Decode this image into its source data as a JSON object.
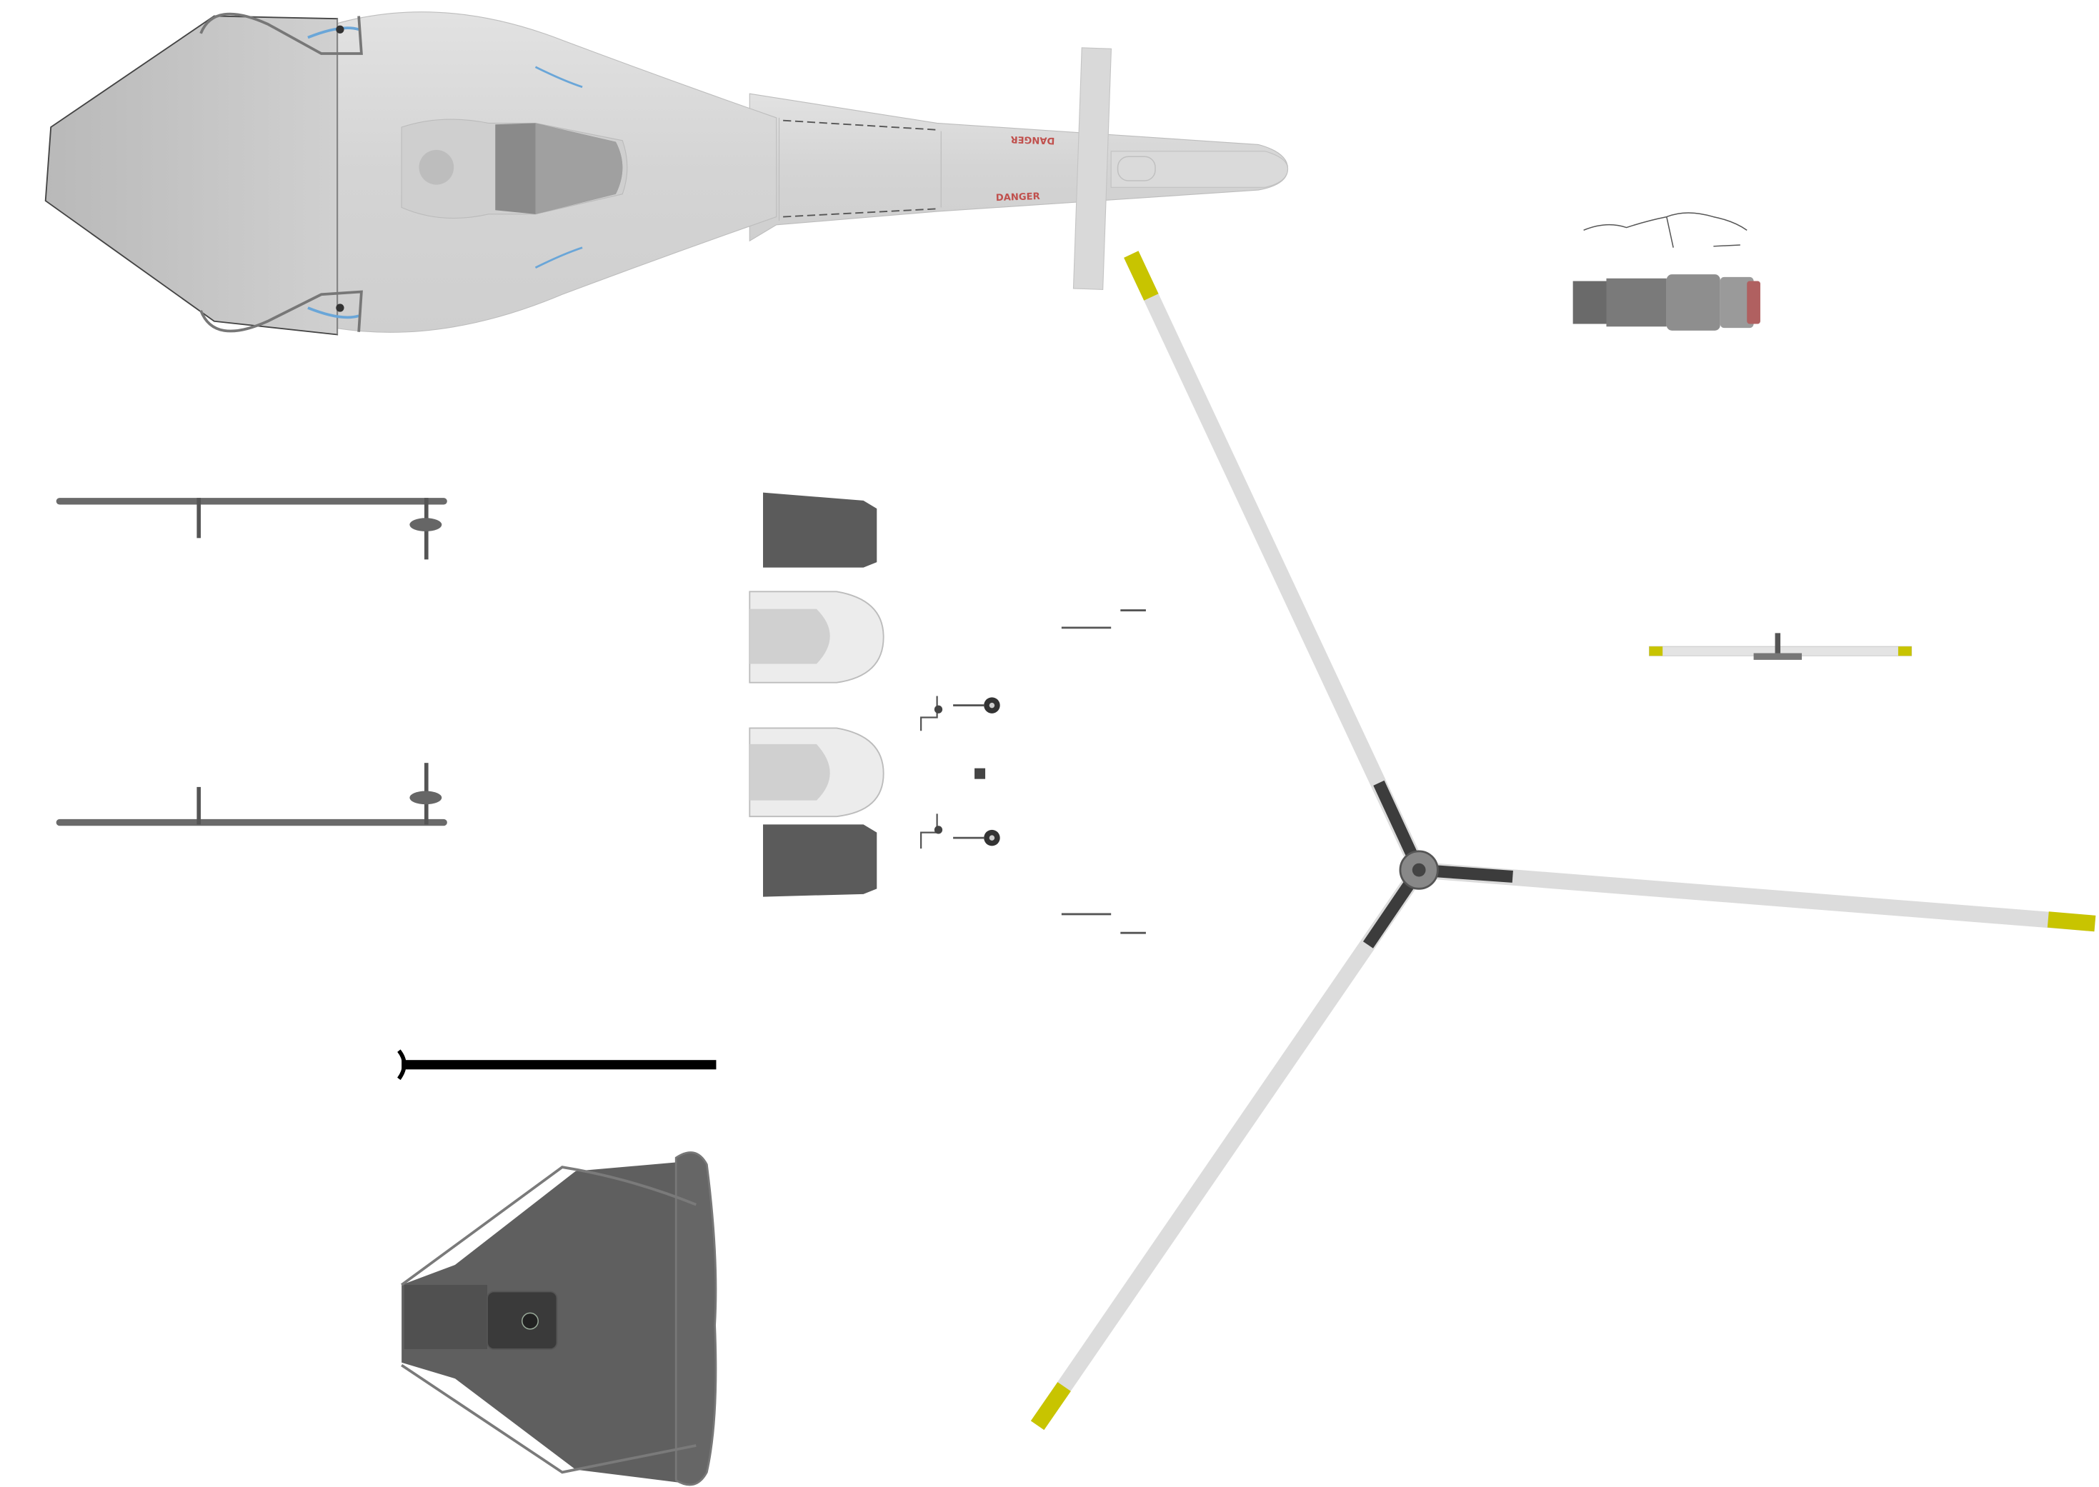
{
  "fuselage": {
    "labels": [
      "DANGER",
      "DANGER"
    ]
  },
  "colors": {
    "background": "#ffffff",
    "body": "#d6d6d6",
    "body_shade": "#c4c4c4",
    "dark_part": "#5a5a5a",
    "blade": "#dcdcdc",
    "blade_tip": "#c8c400",
    "blade_root": "#3c3c3c",
    "warning_text": "#c0504d",
    "accent_stripe": "#6aa6d8"
  },
  "parts": [
    "fuselage",
    "tail-fin",
    "engine",
    "main-rotor",
    "tail-rotor",
    "skids",
    "seats",
    "landing-gear-pieces",
    "floor-panel",
    "rod"
  ]
}
